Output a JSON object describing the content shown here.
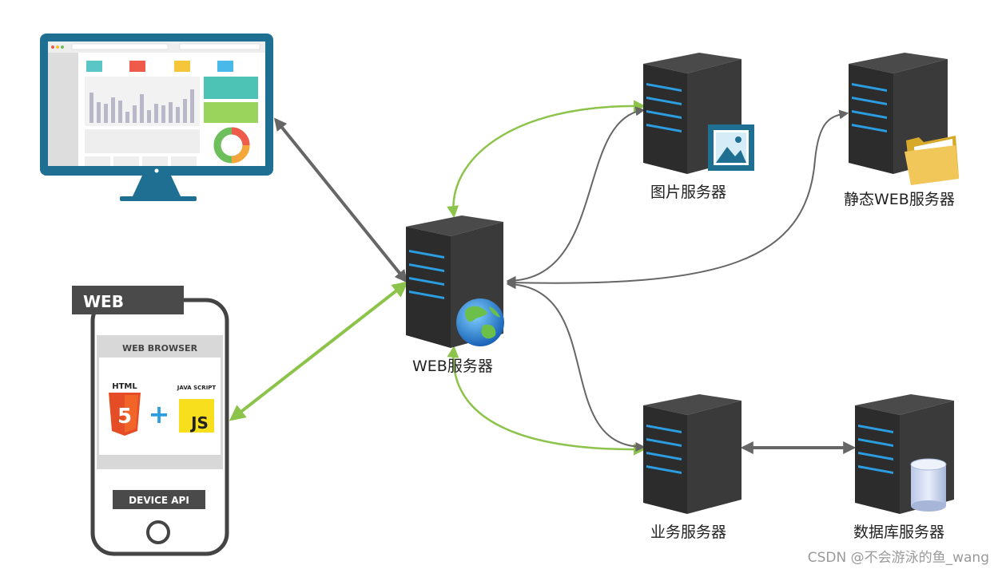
{
  "nodes": {
    "web_server": {
      "label": "WEB服务器"
    },
    "image_server": {
      "label": "图片服务器"
    },
    "static_web_server": {
      "label": "静态WEB服务器"
    },
    "business_server": {
      "label": "业务服务器"
    },
    "database_server": {
      "label": "数据库服务器"
    }
  },
  "phone": {
    "tag": "WEB",
    "browser_title": "WEB BROWSER",
    "html_label": "HTML",
    "html_number": "5",
    "plus": "+",
    "js_caption": "JAVA SCRIPT",
    "js_label": "JS",
    "device_api": "DEVICE API"
  },
  "watermark": "CSDN @不会游泳的鱼_wang",
  "colors": {
    "green_arrow": "#8cc34a",
    "gray_arrow": "#666666",
    "server_body": "#2f2f2f",
    "server_led": "#2b9de0",
    "monitor_frame": "#1f6f93"
  }
}
